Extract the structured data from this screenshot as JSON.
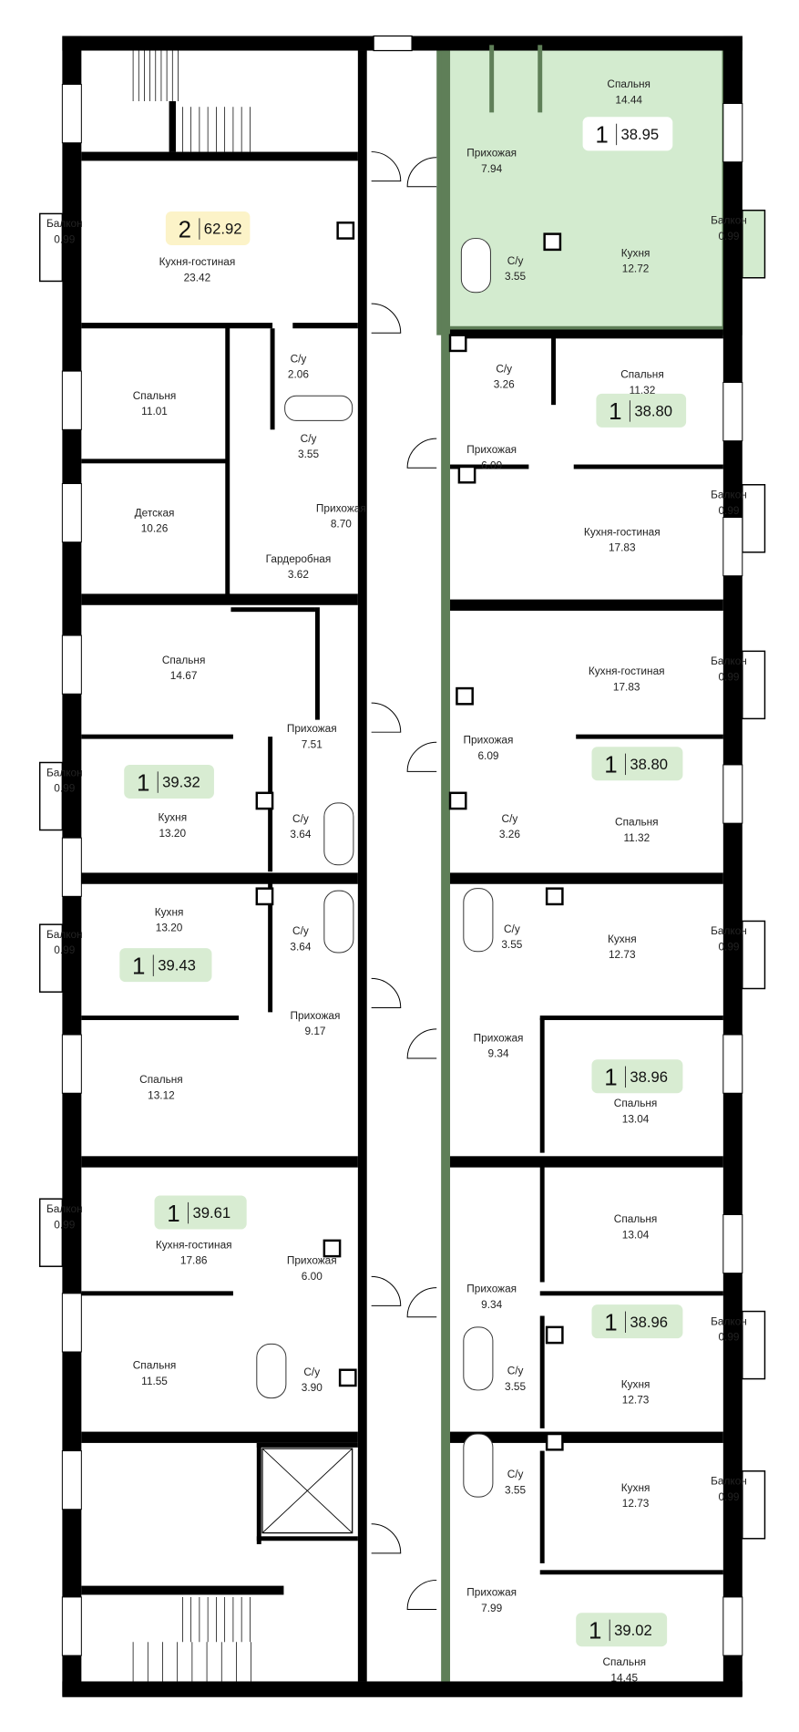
{
  "colors": {
    "wall": "#000000",
    "highlight_border": "#5f7f58",
    "highlight_fill": "#d3ebcf",
    "badge_green": "#d8ecd2",
    "badge_yellow": "#fcf3c8",
    "badge_white": "#ffffff"
  },
  "apartments": [
    {
      "rooms_count": "2",
      "total_area": "62.92",
      "badge": "yellow",
      "rooms": [
        {
          "label": "Балкон",
          "area": "0.99"
        },
        {
          "label": "Кухня-гостиная",
          "area": "23.42"
        },
        {
          "label": "С/у",
          "area": "2.06"
        },
        {
          "label": "С/у",
          "area": "3.55"
        },
        {
          "label": "Спальня",
          "area": "11.01"
        },
        {
          "label": "Детская",
          "area": "10.26"
        },
        {
          "label": "Прихожая",
          "area": "8.70"
        },
        {
          "label": "Гардеробная",
          "area": "3.62"
        }
      ]
    },
    {
      "rooms_count": "1",
      "total_area": "39.32",
      "badge": "green",
      "rooms": [
        {
          "label": "Спальня",
          "area": "14.67"
        },
        {
          "label": "Прихожая",
          "area": "7.51"
        },
        {
          "label": "Балкон",
          "area": "0.99"
        },
        {
          "label": "Кухня",
          "area": "13.20"
        },
        {
          "label": "С/у",
          "area": "3.64"
        }
      ]
    },
    {
      "rooms_count": "1",
      "total_area": "39.43",
      "badge": "green",
      "rooms": [
        {
          "label": "Кухня",
          "area": "13.20"
        },
        {
          "label": "Балкон",
          "area": "0.99"
        },
        {
          "label": "С/у",
          "area": "3.64"
        },
        {
          "label": "Прихожая",
          "area": "9.17"
        },
        {
          "label": "Спальня",
          "area": "13.12"
        }
      ]
    },
    {
      "rooms_count": "1",
      "total_area": "39.61",
      "badge": "green",
      "rooms": [
        {
          "label": "Балкон",
          "area": "0.99"
        },
        {
          "label": "Кухня-гостиная",
          "area": "17.86"
        },
        {
          "label": "Прихожая",
          "area": "6.00"
        },
        {
          "label": "Спальня",
          "area": "11.55"
        },
        {
          "label": "С/у",
          "area": "3.90"
        }
      ]
    },
    {
      "rooms_count": "1",
      "total_area": "38.95",
      "badge": "white",
      "highlighted": true,
      "rooms": [
        {
          "label": "Спальня",
          "area": "14.44"
        },
        {
          "label": "Прихожая",
          "area": "7.94"
        },
        {
          "label": "Кухня",
          "area": "12.72"
        },
        {
          "label": "С/у",
          "area": "3.55"
        },
        {
          "label": "Балкон",
          "area": "0.99"
        }
      ]
    },
    {
      "rooms_count": "1",
      "total_area": "38.80",
      "badge": "green",
      "rooms": [
        {
          "label": "С/у",
          "area": "3.26"
        },
        {
          "label": "Спальня",
          "area": "11.32"
        },
        {
          "label": "Прихожая",
          "area": "6.09"
        },
        {
          "label": "Балкон",
          "area": "0.99"
        },
        {
          "label": "Кухня-гостиная",
          "area": "17.83"
        }
      ]
    },
    {
      "rooms_count": "1",
      "total_area": "38.80",
      "badge": "green",
      "rooms": [
        {
          "label": "Кухня-гостиная",
          "area": "17.83"
        },
        {
          "label": "Балкон",
          "area": "0.99"
        },
        {
          "label": "Прихожая",
          "area": "6.09"
        },
        {
          "label": "С/у",
          "area": "3.26"
        },
        {
          "label": "Спальня",
          "area": "11.32"
        }
      ]
    },
    {
      "rooms_count": "1",
      "total_area": "38.96",
      "badge": "green",
      "rooms": [
        {
          "label": "С/у",
          "area": "3.55"
        },
        {
          "label": "Кухня",
          "area": "12.73"
        },
        {
          "label": "Балкон",
          "area": "0.99"
        },
        {
          "label": "Прихожая",
          "area": "9.34"
        },
        {
          "label": "Спальня",
          "area": "13.04"
        }
      ]
    },
    {
      "rooms_count": "1",
      "total_area": "38.96",
      "badge": "green",
      "rooms": [
        {
          "label": "Спальня",
          "area": "13.04"
        },
        {
          "label": "Прихожая",
          "area": "9.34"
        },
        {
          "label": "Балкон",
          "area": "0.99"
        },
        {
          "label": "С/у",
          "area": "3.55"
        },
        {
          "label": "Кухня",
          "area": "12.73"
        }
      ]
    },
    {
      "rooms_count": "1",
      "total_area": "39.02",
      "badge": "green",
      "rooms": [
        {
          "label": "С/у",
          "area": "3.55"
        },
        {
          "label": "Кухня",
          "area": "12.73"
        },
        {
          "label": "Балкон",
          "area": "0.99"
        },
        {
          "label": "Прихожая",
          "area": "7.99"
        },
        {
          "label": "Спальня",
          "area": "14.45"
        }
      ]
    }
  ]
}
